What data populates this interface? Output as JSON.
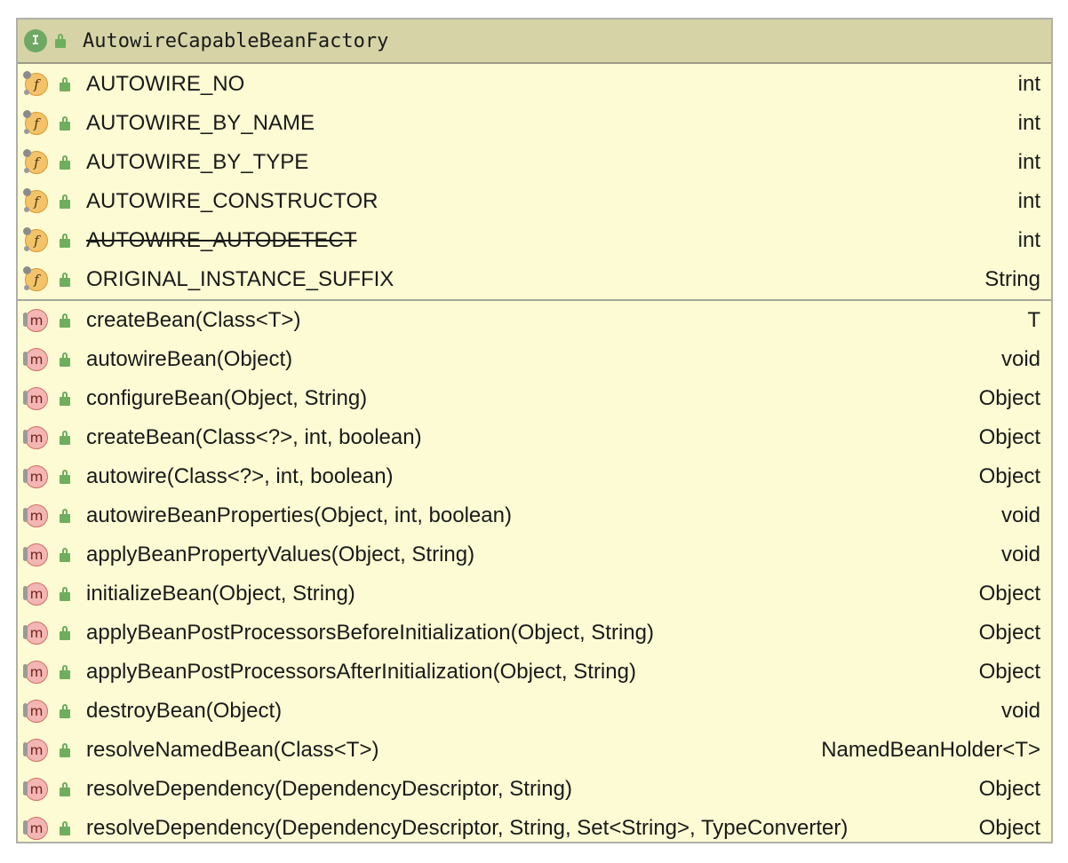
{
  "class_header": {
    "kind_badge": "I",
    "name": "AutowireCapableBeanFactory",
    "kind_icon": "interface-icon",
    "visibility_icon": "public-lock-icon"
  },
  "fields": [
    {
      "name": "AUTOWIRE_NO",
      "type": "int",
      "deprecated": false
    },
    {
      "name": "AUTOWIRE_BY_NAME",
      "type": "int",
      "deprecated": false
    },
    {
      "name": "AUTOWIRE_BY_TYPE",
      "type": "int",
      "deprecated": false
    },
    {
      "name": "AUTOWIRE_CONSTRUCTOR",
      "type": "int",
      "deprecated": false
    },
    {
      "name": "AUTOWIRE_AUTODETECT",
      "type": "int",
      "deprecated": true
    },
    {
      "name": "ORIGINAL_INSTANCE_SUFFIX",
      "type": "String",
      "deprecated": false
    }
  ],
  "methods": [
    {
      "name": "createBean(Class<T>)",
      "type": "T"
    },
    {
      "name": "autowireBean(Object)",
      "type": "void"
    },
    {
      "name": "configureBean(Object, String)",
      "type": "Object"
    },
    {
      "name": "createBean(Class<?>, int, boolean)",
      "type": "Object"
    },
    {
      "name": "autowire(Class<?>, int, boolean)",
      "type": "Object"
    },
    {
      "name": "autowireBeanProperties(Object, int, boolean)",
      "type": "void"
    },
    {
      "name": "applyBeanPropertyValues(Object, String)",
      "type": "void"
    },
    {
      "name": "initializeBean(Object, String)",
      "type": "Object"
    },
    {
      "name": "applyBeanPostProcessorsBeforeInitialization(Object, String)",
      "type": "Object"
    },
    {
      "name": "applyBeanPostProcessorsAfterInitialization(Object, String)",
      "type": "Object"
    },
    {
      "name": "destroyBean(Object)",
      "type": "void"
    },
    {
      "name": "resolveNamedBean(Class<T>)",
      "type": "NamedBeanHolder<T>"
    },
    {
      "name": "resolveDependency(DependencyDescriptor, String)",
      "type": "Object"
    },
    {
      "name": "resolveDependency(DependencyDescriptor, String, Set<String>, TypeConverter)",
      "type": "Object"
    }
  ],
  "icons": {
    "field_badge": "f",
    "method_badge": "m",
    "field_icon": "field-icon",
    "method_icon": "method-icon",
    "visibility_icon": "public-lock-icon"
  },
  "colors": {
    "header_bg": "#d6d4a7",
    "body_bg": "#fdfbd3",
    "interface_badge": "#6ea864",
    "field_badge": "#f3c36a",
    "method_badge": "#f3b6b2",
    "lock": "#6fae5e"
  }
}
